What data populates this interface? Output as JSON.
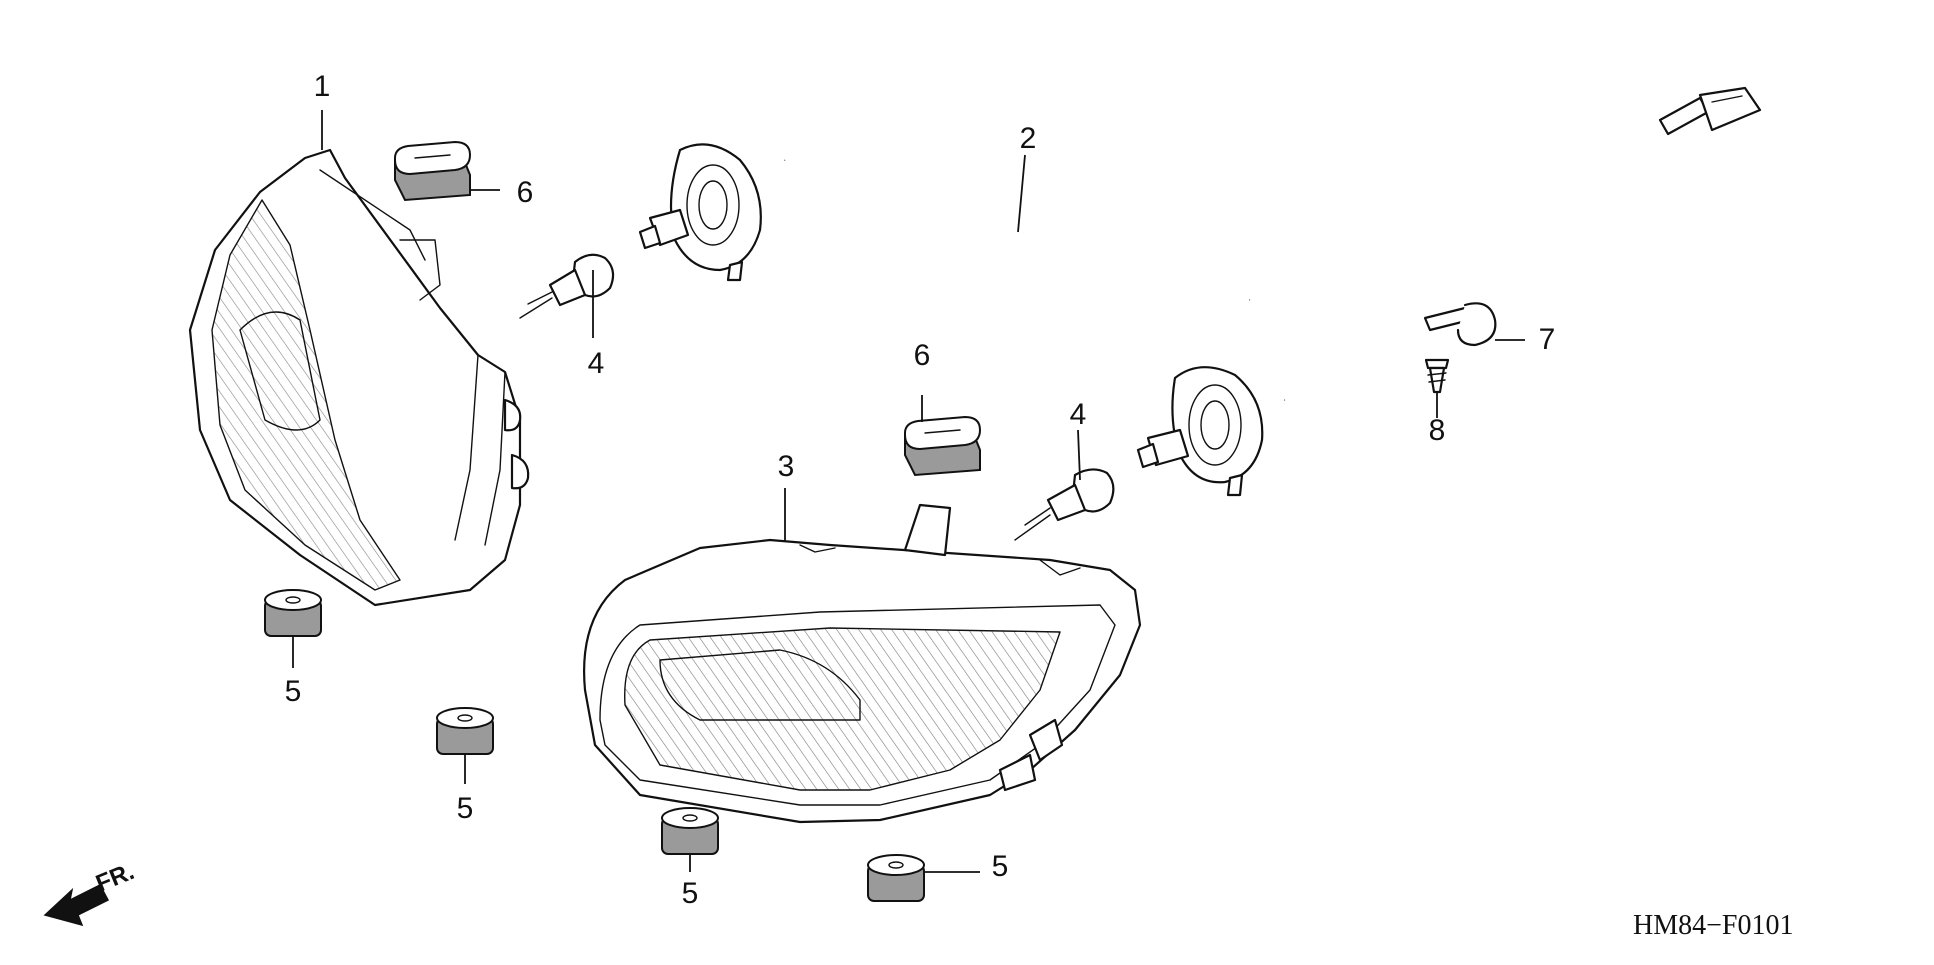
{
  "diagram": {
    "drawing_code": "HM84−F0101",
    "direction_label": "FR.",
    "callouts": [
      "1",
      "2",
      "3",
      "4",
      "4",
      "5",
      "5",
      "5",
      "5",
      "6",
      "6",
      "7",
      "8"
    ]
  }
}
